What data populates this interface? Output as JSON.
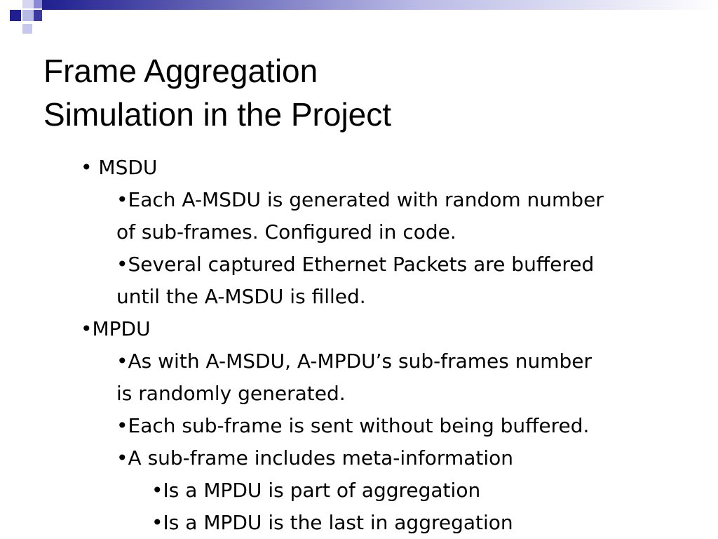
{
  "colors": {
    "accent": "#1f1f8f",
    "accent_light": "#8a8ad6",
    "text": "#000000",
    "background": "#ffffff"
  },
  "title": {
    "line1": "Frame Aggregation",
    "line2": "Simulation in the Project"
  },
  "bullets": [
    {
      "level": 1,
      "text": "• MSDU"
    },
    {
      "level": 2,
      "text": "•Each A-MSDU is generated with random number"
    },
    {
      "level": 2,
      "text": "of sub-frames. Configured in code.",
      "continuation": true
    },
    {
      "level": 2,
      "text": "•Several captured Ethernet Packets are buffered"
    },
    {
      "level": 2,
      "text": "until the A-MSDU is filled.",
      "continuation": true
    },
    {
      "level": 1,
      "text": "•MPDU"
    },
    {
      "level": 2,
      "text": "•As with A-MSDU, A-MPDU’s sub-frames number"
    },
    {
      "level": 2,
      "text": "is randomly generated.",
      "continuation": true
    },
    {
      "level": 2,
      "text": "•Each sub-frame is sent without being buffered."
    },
    {
      "level": 2,
      "text": "•A sub-frame includes meta-information"
    },
    {
      "level": 3,
      "text": "•Is a MPDU is part of aggregation"
    },
    {
      "level": 3,
      "text": "•Is a MPDU is the last in aggregation"
    }
  ]
}
